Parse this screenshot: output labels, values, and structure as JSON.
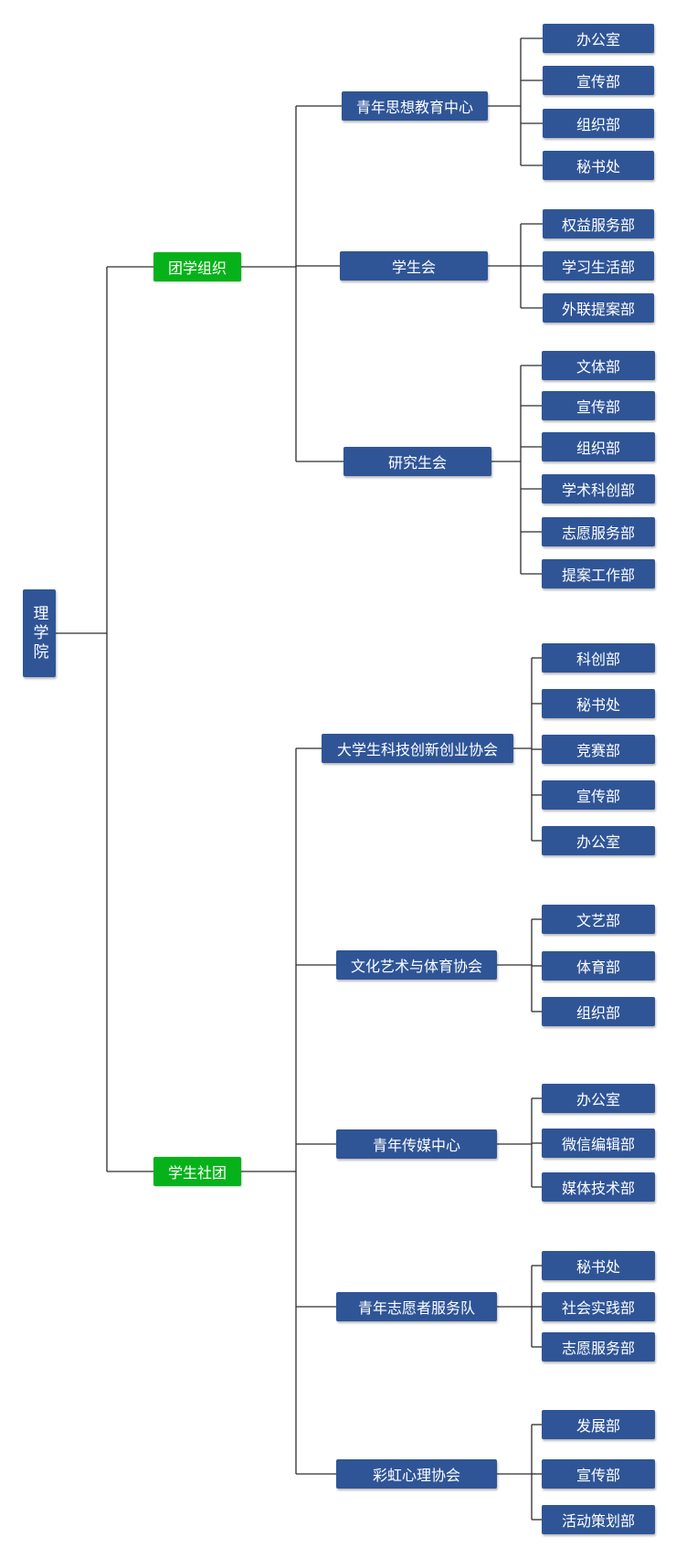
{
  "org_chart": {
    "root": "理学院",
    "branches": [
      {
        "name": "团学组织",
        "units": [
          {
            "name": "青年思想教育中心",
            "departments": [
              "办公室",
              "宣传部",
              "组织部",
              "秘书处"
            ]
          },
          {
            "name": "学生会",
            "departments": [
              "权益服务部",
              "学习生活部",
              "外联提案部"
            ]
          },
          {
            "name": "研究生会",
            "departments": [
              "文体部",
              "宣传部",
              "组织部",
              "学术科创部",
              "志愿服务部",
              "提案工作部"
            ]
          }
        ]
      },
      {
        "name": "学生社团",
        "units": [
          {
            "name": "大学生科技创新创业协会",
            "departments": [
              "科创部",
              "秘书处",
              "竞赛部",
              "宣传部",
              "办公室"
            ]
          },
          {
            "name": "文化艺术与体育协会",
            "departments": [
              "文艺部",
              "体育部",
              "组织部"
            ]
          },
          {
            "name": "青年传媒中心",
            "departments": [
              "办公室",
              "微信编辑部",
              "媒体技术部"
            ]
          },
          {
            "name": "青年志愿者服务队",
            "departments": [
              "秘书处",
              "社会实践部",
              "志愿服务部"
            ]
          },
          {
            "name": "彩虹心理协会",
            "departments": [
              "发展部",
              "宣传部",
              "活动策划部"
            ]
          }
        ]
      }
    ]
  },
  "colors": {
    "unit_box": "#2f5597",
    "branch_box": "#06b21a",
    "connector": "#2d2d2d",
    "text": "#ffffff"
  }
}
